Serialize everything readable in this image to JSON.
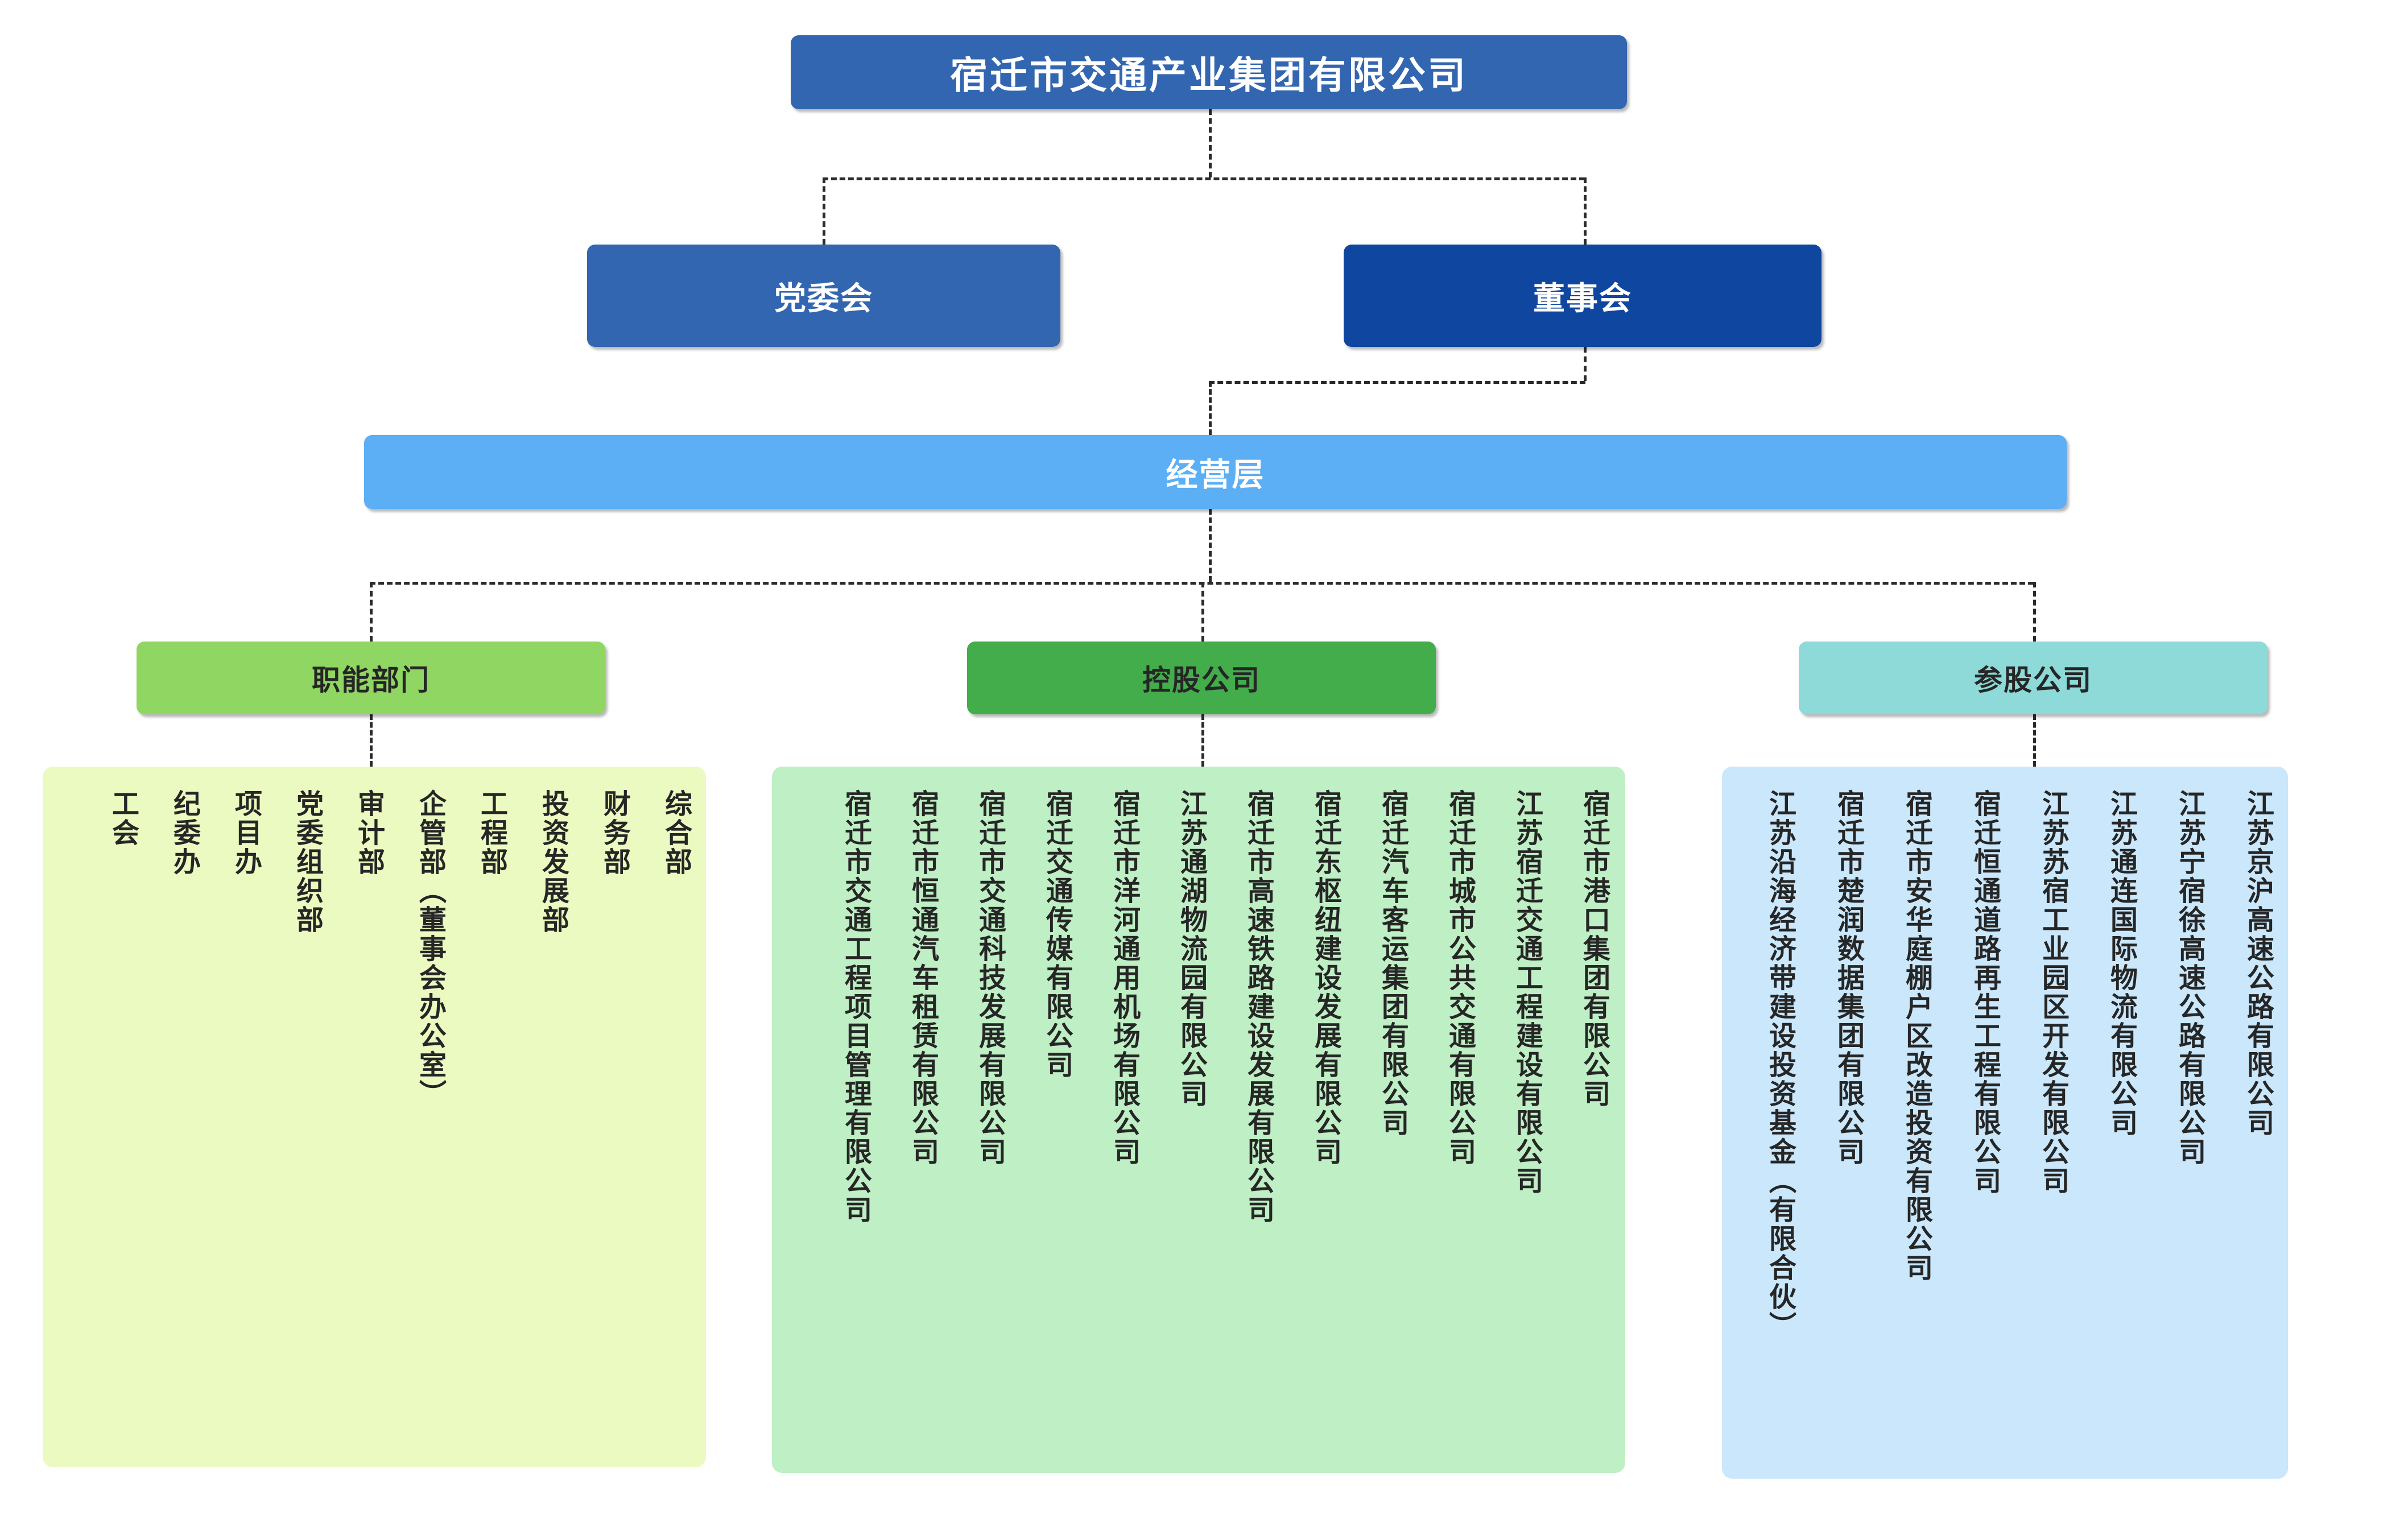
{
  "chart_title": "宿迁市交通产业集团有限公司",
  "levels": {
    "root": {
      "label": "宿迁市交通产业集团有限公司",
      "color": "#3366B0"
    },
    "party_committee": {
      "label": "党委会",
      "color": "#3366B0"
    },
    "board_of_directors": {
      "label": "董事会",
      "color": "#0F46A0"
    },
    "management": {
      "label": "经营层",
      "color": "#5CAEF5"
    }
  },
  "categories": [
    {
      "key": "functional_departments",
      "label": "职能部门",
      "header_color": "#90D662",
      "panel_color": "#EBFAC0",
      "items": [
        "综合部",
        "财务部",
        "投资发展部",
        "工程部",
        "企管部（董事会办公室）",
        "审计部",
        "党委组织部",
        "项目办",
        "纪委办",
        "工会"
      ]
    },
    {
      "key": "holding_companies",
      "label": "控股公司",
      "header_color": "#42AD4A",
      "panel_color": "#BFEFC4",
      "items": [
        "宿迁市港口集团有限公司",
        "江苏宿迁交通工程建设有限公司",
        "宿迁市城市公共交通有限公司",
        "宿迁汽车客运集团有限公司",
        "宿迁东枢纽建设发展有限公司",
        "宿迁市高速铁路建设发展有限公司",
        "江苏通湖物流园有限公司",
        "宿迁市洋河通用机场有限公司",
        "宿迁交通传媒有限公司",
        "宿迁市交通科技发展有限公司",
        "宿迁市恒通汽车租赁有限公司",
        "宿迁市交通工程项目管理有限公司"
      ]
    },
    {
      "key": "shareholding_companies",
      "label": "参股公司",
      "header_color": "#8DDAD8",
      "panel_color": "#CAE7FB",
      "items": [
        "江苏京沪高速公路有限公司",
        "江苏宁宿徐高速公路有限公司",
        "江苏通连国际物流有限公司",
        "江苏苏宿工业园区开发有限公司",
        "宿迁恒通道路再生工程有限公司",
        "宿迁市安华庭棚户区改造投资有限公司",
        "宿迁市楚润数据集团有限公司",
        "江苏沿海经济带建设投资基金（有限合伙）"
      ]
    }
  ]
}
